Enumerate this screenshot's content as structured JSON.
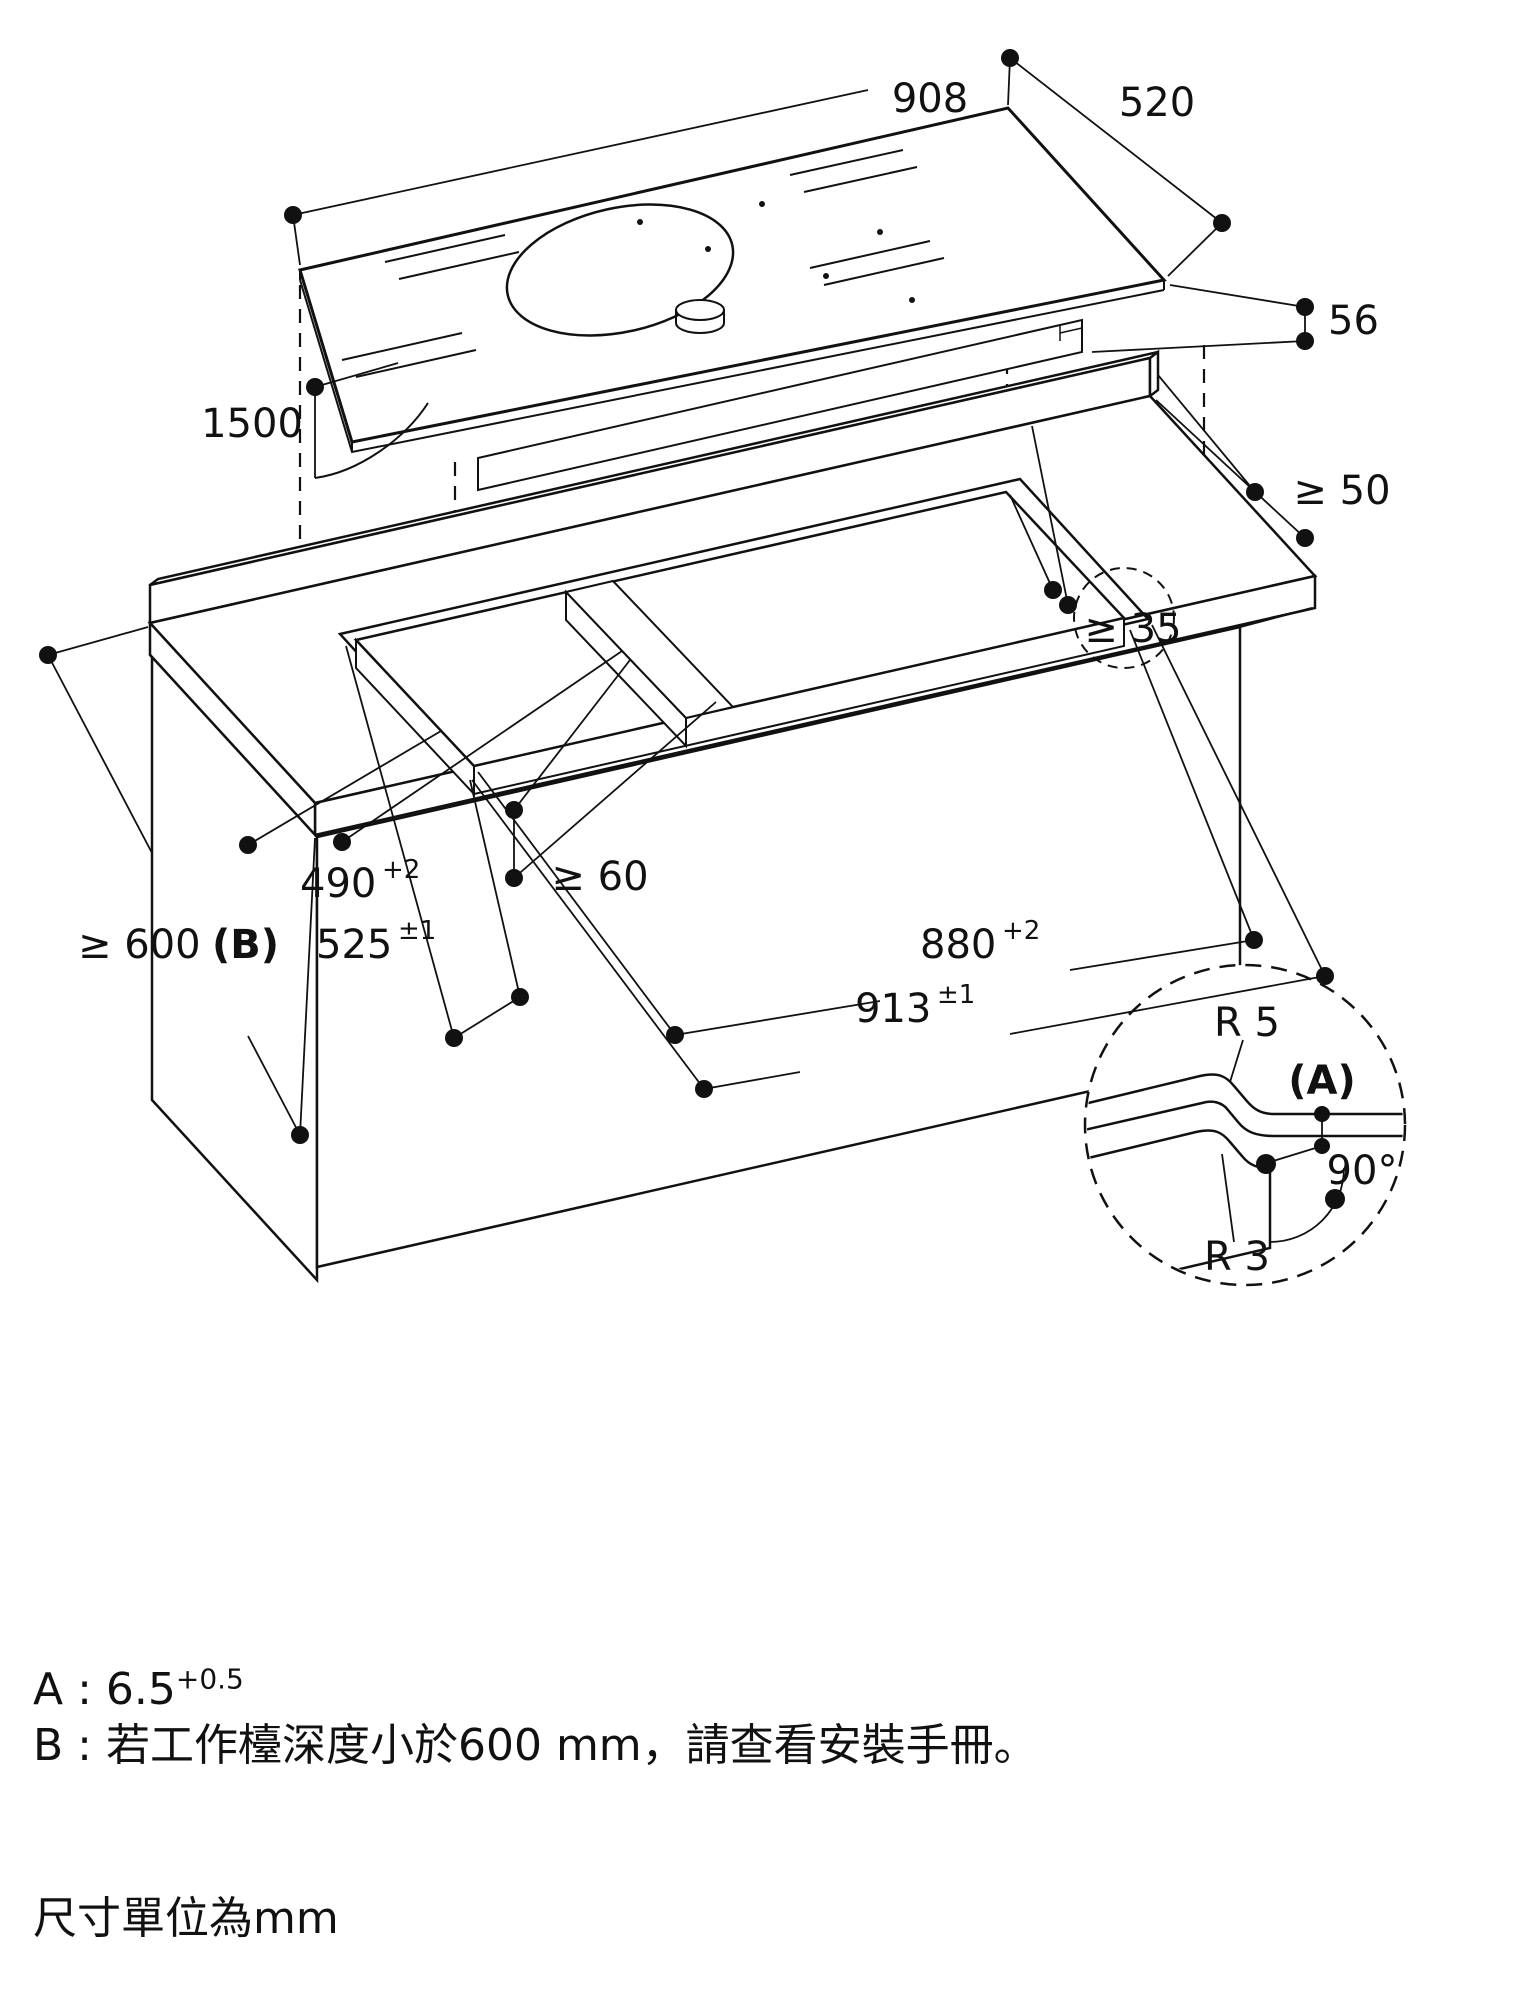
{
  "drawing": {
    "appliance": "cooktop-installation-diagram",
    "dimensions": {
      "width_top": "908",
      "depth_top": "520",
      "height_side": "56",
      "cable_length": "1500",
      "clearance_rear_wall": "≥ 50",
      "clearance_rear_rail": "≥ 35",
      "cutout_depth_inner": {
        "value": "490",
        "tolerance": "+2"
      },
      "web_min_width": "≥ 60",
      "cutout_depth_outer": {
        "value": "525",
        "tolerance": "±1"
      },
      "cutout_width_inner": {
        "value": "880",
        "tolerance": "+2"
      },
      "cutout_width_outer": {
        "value": "913",
        "tolerance": "±1"
      },
      "worktop_depth_min": "≥ 600",
      "worktop_depth_ref": "(B)"
    },
    "detail": {
      "radius_top": "R 5",
      "ref_a": "(A)",
      "corner_angle": "90°",
      "radius_bottom": "R 3"
    }
  },
  "notes": {
    "a_main": "A : 6.5",
    "a_sup": "+0.5",
    "b": "B : 若工作檯深度小於600 mm，請查看安裝手冊。",
    "units": "尺寸單位為mm"
  }
}
